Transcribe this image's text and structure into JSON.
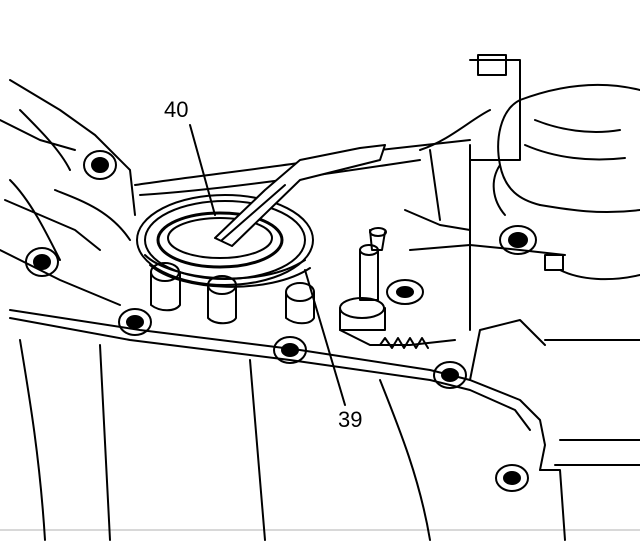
{
  "callouts": [
    {
      "id": "40",
      "text": "40"
    },
    {
      "id": "39",
      "text": "39"
    }
  ],
  "colors": {
    "ink": "#000000",
    "paper": "#ffffff"
  }
}
